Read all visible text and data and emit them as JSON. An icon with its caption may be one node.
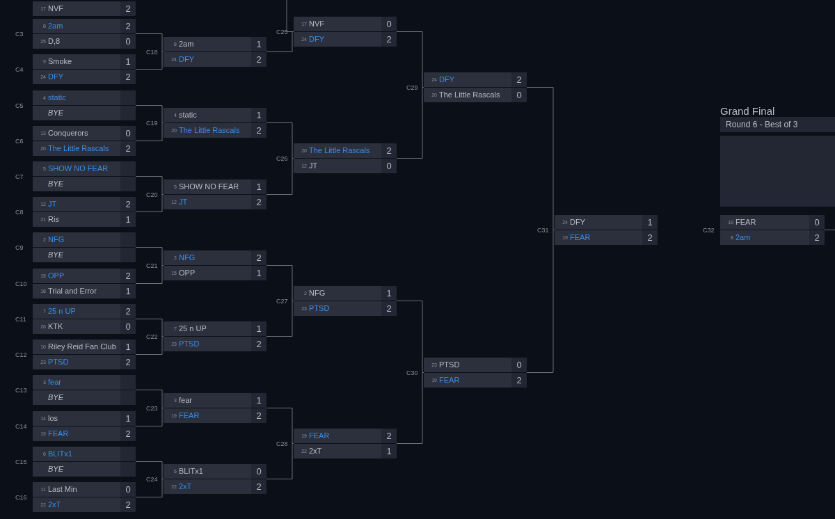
{
  "diagram": {
    "nodes": [
      {
        "text": [
          "17",
          "NVF",
          "2"
        ]
      },
      {
        "text": [
          "C3"
        ]
      },
      {
        "text": [
          "8",
          "2am",
          "2"
        ],
        "in": 1
      },
      {
        "text": [
          "25",
          "D,8",
          "0"
        ],
        "in": 1
      },
      {
        "text": [
          "C4"
        ]
      },
      {
        "text": [
          "9",
          "Smoke",
          "1"
        ],
        "in": 4
      },
      {
        "text": [
          "24",
          "DFY",
          "2"
        ],
        "in": 4
      },
      {
        "text": [
          "C5"
        ]
      },
      {
        "text": [
          "4",
          "static"
        ],
        "in": 7
      },
      {
        "text": [
          "BYE"
        ],
        "in": 7
      },
      {
        "text": [
          "C6"
        ]
      },
      {
        "text": [
          "13",
          "Conquerors",
          "0"
        ],
        "in": 10
      },
      {
        "text": [
          "20",
          "The Little Rascals",
          "2"
        ],
        "in": 10
      },
      {
        "text": [
          "C7"
        ]
      },
      {
        "text": [
          "5",
          "SHOW NO FEAR"
        ],
        "in": 13
      },
      {
        "text": [
          "BYE"
        ],
        "in": 13
      },
      {
        "text": [
          "C8"
        ]
      },
      {
        "text": [
          "12",
          "JT",
          "2"
        ],
        "in": 16
      },
      {
        "text": [
          "21",
          "Ris",
          "1"
        ],
        "in": 16
      },
      {
        "text": [
          "C9"
        ]
      },
      {
        "text": [
          "2",
          "NFG"
        ],
        "in": 19
      },
      {
        "text": [
          "BYE"
        ],
        "in": 19
      },
      {
        "text": [
          "C10"
        ]
      },
      {
        "text": [
          "15",
          "OPP",
          "2"
        ],
        "in": 22
      },
      {
        "text": [
          "18",
          "Trial and Error",
          "1"
        ],
        "in": 22
      },
      {
        "text": [
          "C11"
        ]
      },
      {
        "text": [
          "7",
          "25 n UP",
          "2"
        ],
        "in": 25
      },
      {
        "text": [
          "26",
          "KTK",
          "0"
        ],
        "in": 25
      },
      {
        "text": [
          "C12"
        ]
      },
      {
        "text": [
          "10",
          "Riley Reid Fan Club",
          "1"
        ],
        "in": 28
      },
      {
        "text": [
          "23",
          "PTSD",
          "2"
        ],
        "in": 28
      },
      {
        "text": [
          "C13"
        ]
      },
      {
        "text": [
          "3",
          "fear"
        ],
        "in": 31
      },
      {
        "text": [
          "BYE"
        ],
        "in": 31
      },
      {
        "text": [
          "C14"
        ]
      },
      {
        "text": [
          "14",
          "los",
          "1"
        ],
        "in": 34
      },
      {
        "text": [
          "19",
          "FEAR",
          "2"
        ],
        "in": 34
      },
      {
        "text": [
          "C15"
        ]
      },
      {
        "text": [
          "6",
          "BLITx1"
        ],
        "in": 37
      },
      {
        "text": [
          "BYE"
        ],
        "in": 37
      },
      {
        "text": [
          "C16"
        ]
      },
      {
        "text": [
          "11",
          "Last Min",
          "0"
        ],
        "in": 40
      },
      {
        "text": [
          "22",
          "2xT",
          "2"
        ],
        "in": 40
      },
      {
        "text": [
          "C18"
        ]
      },
      {
        "text": [
          "8",
          "2am",
          "1"
        ],
        "in": 43
      },
      {
        "text": [
          "24",
          "DFY",
          "2"
        ],
        "in": 43
      },
      {
        "text": [
          "C19"
        ]
      },
      {
        "text": [
          "4",
          "static",
          "1"
        ],
        "in": 46
      },
      {
        "text": [
          "20",
          "The Little Rascals",
          "2"
        ],
        "in": 46
      },
      {
        "text": [
          "C20"
        ]
      },
      {
        "text": [
          "5",
          "SHOW NO FEAR",
          "1"
        ],
        "in": 49
      },
      {
        "text": [
          "12",
          "JT",
          "2"
        ],
        "in": 49
      },
      {
        "text": [
          "C21"
        ]
      },
      {
        "text": [
          "2",
          "NFG",
          "2"
        ],
        "in": 52
      },
      {
        "text": [
          "15",
          "OPP",
          "1"
        ],
        "in": 52
      },
      {
        "text": [
          "C22"
        ]
      },
      {
        "text": [
          "7",
          "25 n UP",
          "1"
        ],
        "in": 55
      },
      {
        "text": [
          "23",
          "PTSD",
          "2"
        ],
        "in": 55
      },
      {
        "text": [
          "C23"
        ]
      },
      {
        "text": [
          "3",
          "fear",
          "1"
        ],
        "in": 58
      },
      {
        "text": [
          "19",
          "FEAR",
          "2"
        ],
        "in": 58
      },
      {
        "text": [
          "C24"
        ]
      },
      {
        "text": [
          "6",
          "BLITx1",
          "0"
        ],
        "in": 61
      },
      {
        "text": [
          "22",
          "2xT",
          "2"
        ],
        "in": 61
      },
      {
        "text": [
          "C25"
        ]
      },
      {
        "text": [
          "17",
          "NVF",
          "0"
        ],
        "in": 64
      },
      {
        "text": [
          "24",
          "DFY",
          "2"
        ],
        "in": 64
      },
      {
        "text": [
          "C26"
        ]
      },
      {
        "text": [
          "20",
          "The Little Rascals",
          "2"
        ],
        "in": 67
      },
      {
        "text": [
          "12",
          "JT",
          "0"
        ],
        "in": 67
      },
      {
        "text": [
          "C27"
        ]
      },
      {
        "text": [
          "2",
          "NFG",
          "1"
        ],
        "in": 70
      },
      {
        "text": [
          "23",
          "PTSD",
          "2"
        ],
        "in": 70
      },
      {
        "text": [
          "C28"
        ]
      },
      {
        "text": [
          "19",
          "FEAR",
          "2"
        ],
        "in": 73
      },
      {
        "text": [
          "22",
          "2xT",
          "1"
        ],
        "in": 73
      },
      {
        "text": [
          "C29"
        ]
      },
      {
        "text": [
          "24",
          "DFY",
          "2"
        ],
        "in": 76
      },
      {
        "text": [
          "20",
          "The Little Rascals",
          "0"
        ],
        "in": 76
      },
      {
        "text": [
          "C30"
        ]
      },
      {
        "text": [
          "23",
          "PTSD",
          "0"
        ],
        "in": 79
      },
      {
        "text": [
          "19",
          "FEAR",
          "2"
        ],
        "in": 79
      },
      {
        "text": [
          "C31"
        ]
      },
      {
        "text": [
          "24",
          "DFY",
          "1"
        ],
        "in": 82
      },
      {
        "text": [
          "19",
          "FEAR",
          "2"
        ],
        "in": 82
      },
      {
        "text": [
          "Grand Final",
          "Round 6 - Best of 3"
        ]
      },
      {
        "text": [
          "C32"
        ]
      },
      {
        "text": [
          "19",
          "FEAR",
          "0"
        ],
        "in": 86
      },
      {
        "text": [
          "8",
          "2am",
          "2"
        ],
        "in": 86
      }
    ],
    "edges": [
      {
        "from": 1,
        "to": 43,
        "arrow": "none"
      },
      {
        "from": 4,
        "to": 43,
        "arrow": "none"
      },
      {
        "from": 7,
        "to": 46,
        "arrow": "none"
      },
      {
        "from": 10,
        "to": 46,
        "arrow": "none"
      },
      {
        "from": 13,
        "to": 49,
        "arrow": "none"
      },
      {
        "from": 16,
        "to": 49,
        "arrow": "none"
      },
      {
        "from": 19,
        "to": 52,
        "arrow": "none"
      },
      {
        "from": 22,
        "to": 52,
        "arrow": "none"
      },
      {
        "from": 25,
        "to": 55,
        "arrow": "none"
      },
      {
        "from": 28,
        "to": 55,
        "arrow": "none"
      },
      {
        "from": 31,
        "to": 58,
        "arrow": "none"
      },
      {
        "from": 34,
        "to": 58,
        "arrow": "none"
      },
      {
        "from": 37,
        "to": 61,
        "arrow": "none"
      },
      {
        "from": 40,
        "to": 61,
        "arrow": "none"
      },
      {
        "from": null,
        "to": 64,
        "arrow": "none"
      },
      {
        "from": 43,
        "to": 64,
        "arrow": "none"
      },
      {
        "from": 46,
        "to": 67,
        "arrow": "none"
      },
      {
        "from": 49,
        "to": 67,
        "arrow": "none"
      },
      {
        "from": 52,
        "to": 70,
        "arrow": "none"
      },
      {
        "from": 55,
        "to": 70,
        "arrow": "none"
      },
      {
        "from": 58,
        "to": 73,
        "arrow": "none"
      },
      {
        "from": 61,
        "to": 73,
        "arrow": "none"
      },
      {
        "from": 64,
        "to": 76,
        "arrow": "none"
      },
      {
        "from": 67,
        "to": 76,
        "arrow": "none"
      },
      {
        "from": 70,
        "to": 79,
        "arrow": "none"
      },
      {
        "from": 73,
        "to": 79,
        "arrow": "none"
      },
      {
        "from": 76,
        "to": 82,
        "arrow": "none"
      },
      {
        "from": 79,
        "to": 82,
        "arrow": "none"
      },
      {
        "from": 86,
        "to": null,
        "arrow": "none"
      }
    ]
  }
}
